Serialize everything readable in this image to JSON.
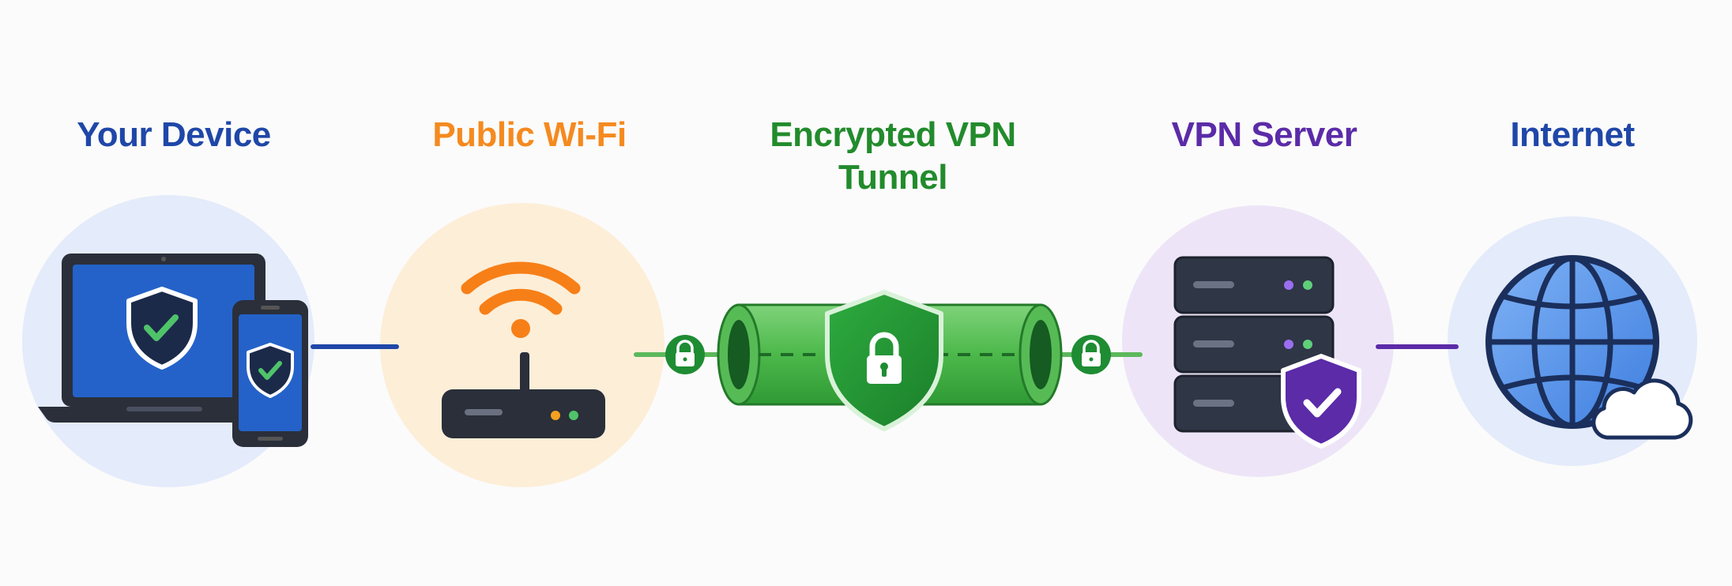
{
  "nodes": [
    {
      "id": "your-device",
      "label": "Your Device",
      "color": "#1f47a8",
      "icons": [
        "laptop-icon",
        "smartphone-icon",
        "shield-check-icon"
      ]
    },
    {
      "id": "public-wifi",
      "label": "Public Wi-Fi",
      "color": "#f58a1f",
      "icons": [
        "wifi-signal-icon",
        "router-icon"
      ]
    },
    {
      "id": "encrypted-vpn-tunnel",
      "label_line1": "Encrypted VPN",
      "label_line2": "Tunnel",
      "color": "#228b2c",
      "icons": [
        "tunnel-pipe-icon",
        "shield-lock-icon",
        "padlock-icon"
      ]
    },
    {
      "id": "vpn-server",
      "label": "VPN Server",
      "color": "#5b2ba8",
      "icons": [
        "server-rack-icon",
        "shield-check-icon"
      ]
    },
    {
      "id": "internet",
      "label": "Internet",
      "color": "#1f47a8",
      "icons": [
        "globe-icon",
        "cloud-icon"
      ]
    }
  ],
  "connections": [
    {
      "from": "your-device",
      "to": "public-wifi",
      "color": "#1f47a8"
    },
    {
      "from": "public-wifi",
      "to": "encrypted-vpn-tunnel",
      "color": "#5cb85c"
    },
    {
      "from": "encrypted-vpn-tunnel",
      "to": "vpn-server",
      "color": "#5cb85c"
    },
    {
      "from": "vpn-server",
      "to": "internet",
      "color": "#5b2ba8"
    }
  ]
}
